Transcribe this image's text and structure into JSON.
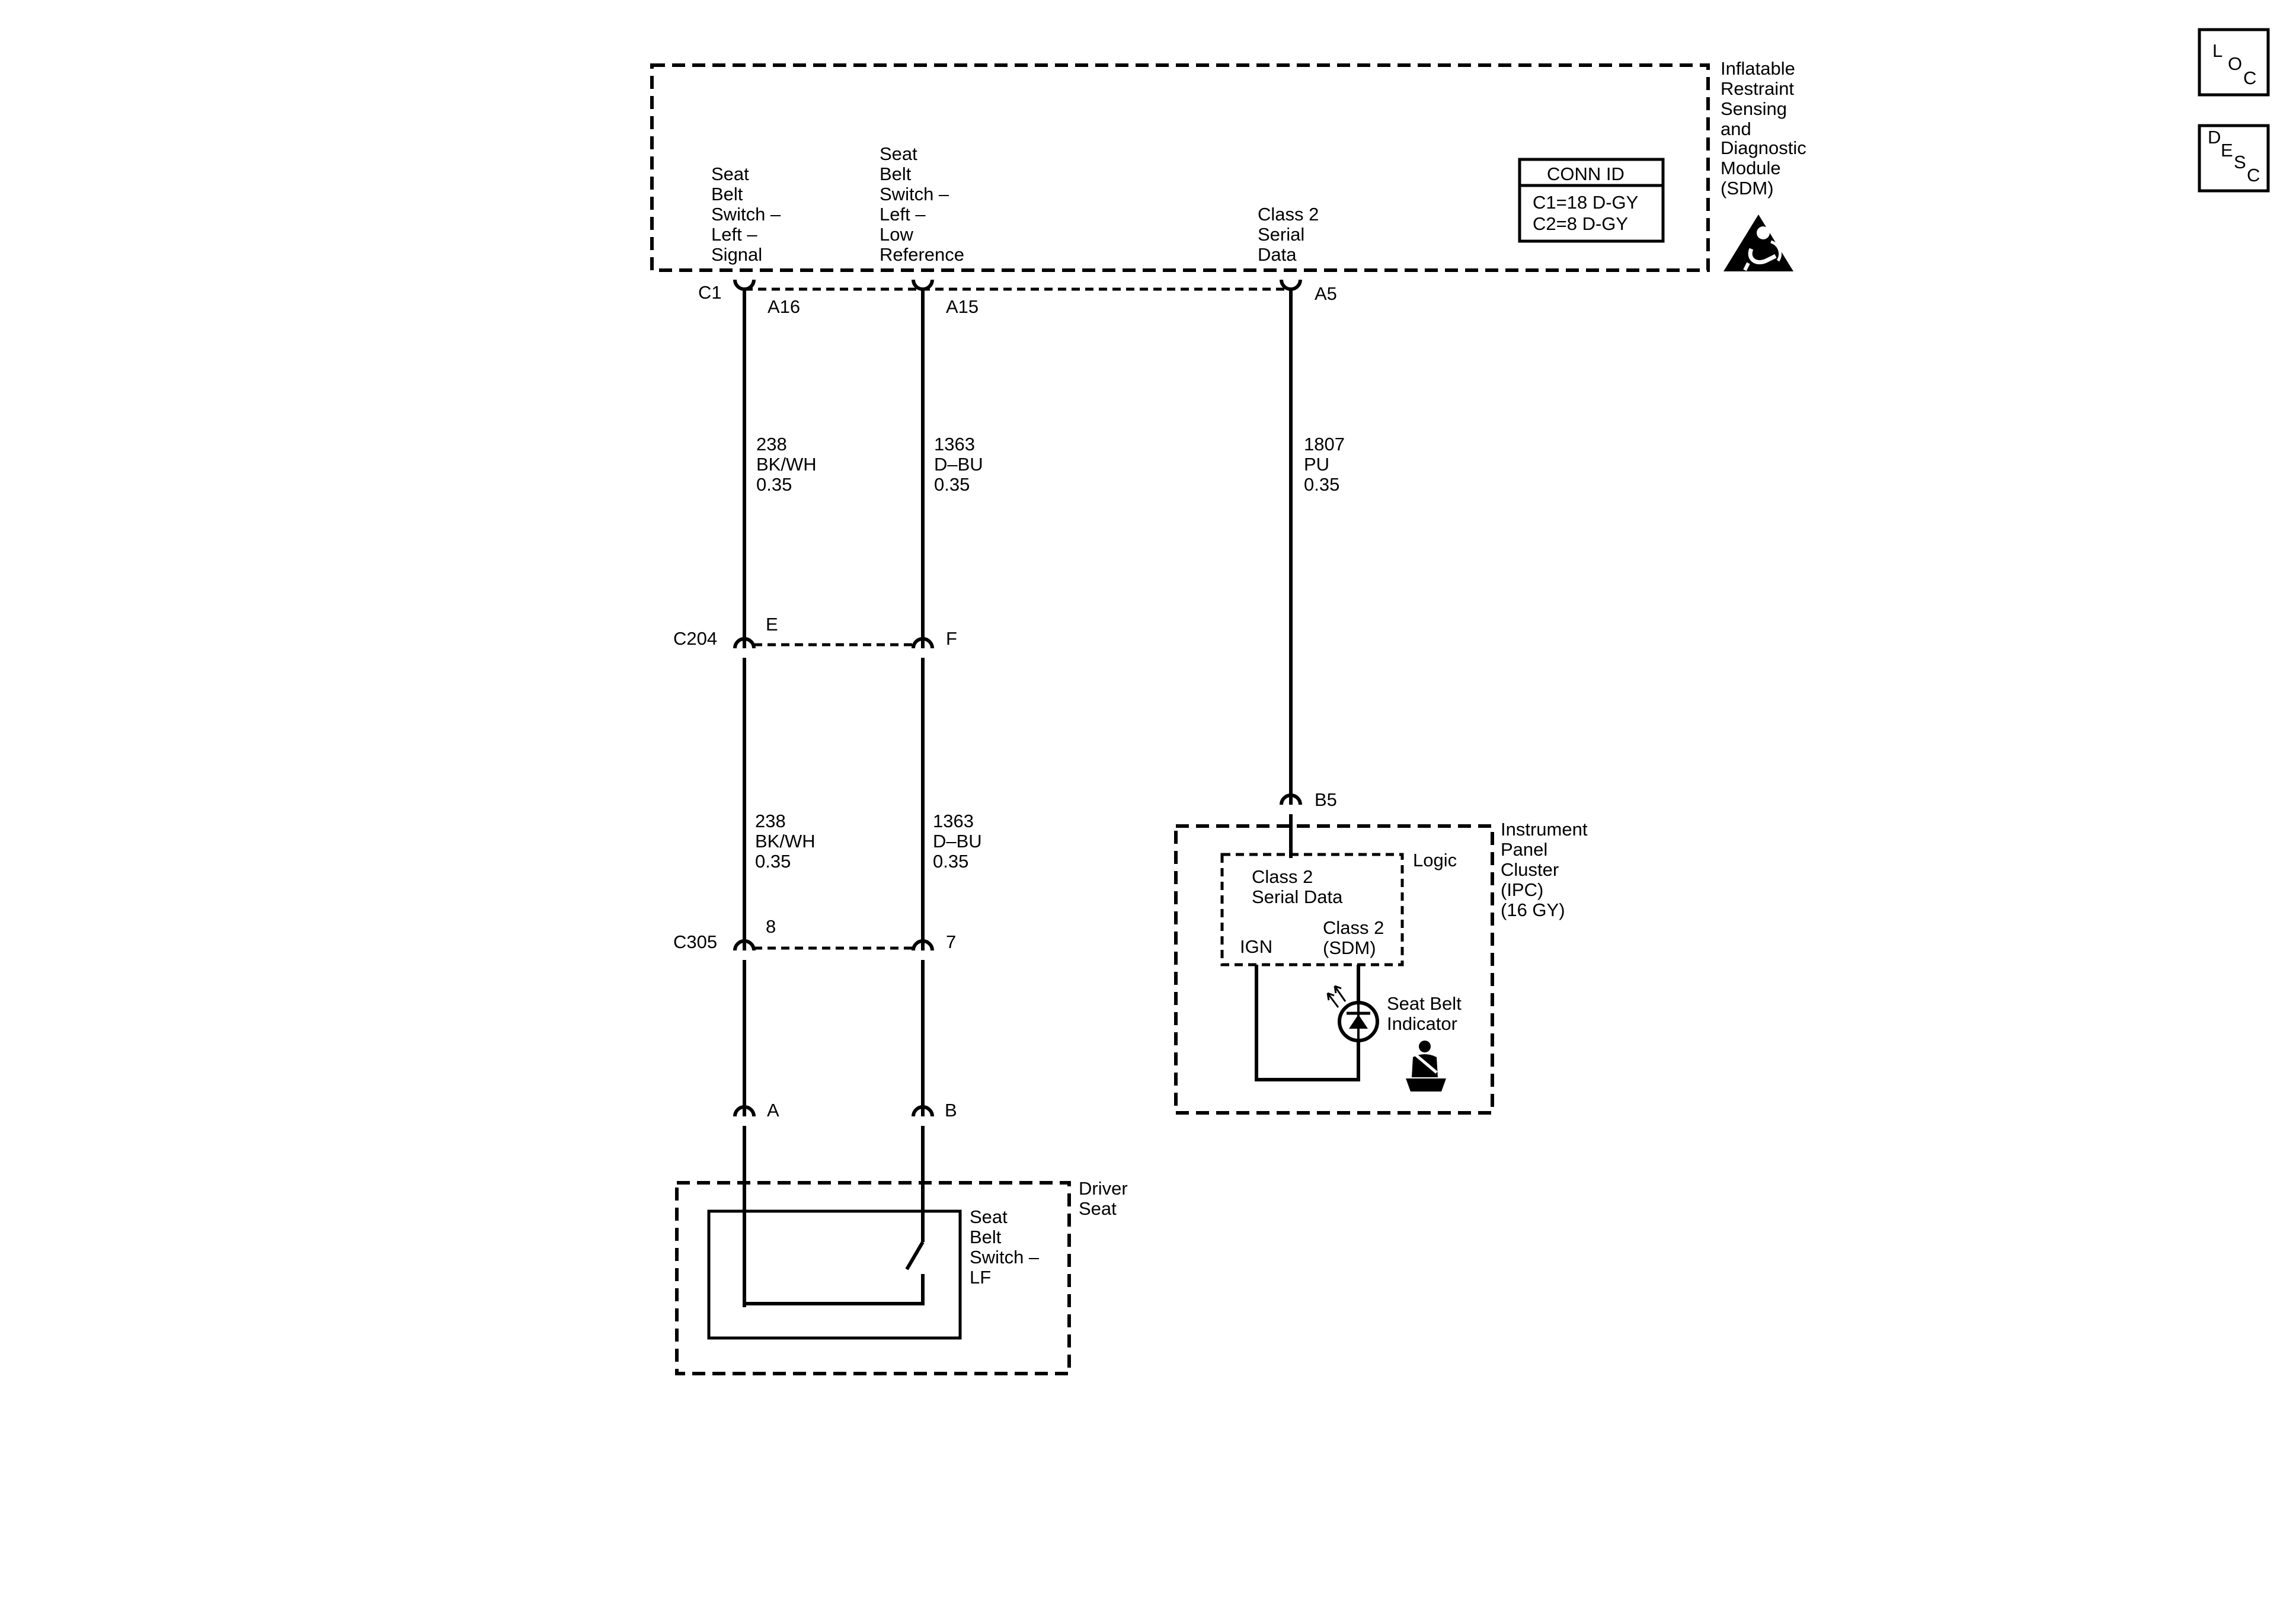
{
  "modules": {
    "sdm": {
      "name": [
        "Inflatable",
        "Restraint",
        "Sensing",
        "and",
        "Diagnostic",
        "Module",
        "(SDM)"
      ],
      "pins": {
        "signal": [
          "Seat",
          "Belt",
          "Switch –",
          "Left –",
          "Signal"
        ],
        "low_ref": [
          "Seat",
          "Belt",
          "Switch –",
          "Left –",
          "Low",
          "Reference"
        ],
        "serial": [
          "Class 2",
          "Serial",
          "Data"
        ]
      },
      "conn_id": {
        "title": "CONN ID",
        "rows": [
          "C1=18 D-GY",
          "C2=8 D-GY"
        ]
      }
    },
    "ipc": {
      "name": [
        "Instrument",
        "Panel",
        "Cluster",
        "(IPC)",
        "(16 GY)"
      ],
      "logic_label": "Logic",
      "logic_box": [
        "Class 2",
        "Serial Data"
      ],
      "ign": "IGN",
      "sdm_input": [
        "Class 2",
        "(SDM)"
      ],
      "indicator": [
        "Seat Belt",
        "Indicator"
      ]
    },
    "seat": {
      "name": [
        "Driver",
        "Seat"
      ],
      "switch": [
        "Seat",
        "Belt",
        "Switch –",
        "LF"
      ]
    }
  },
  "connectors": {
    "c1": "C1",
    "a16": "A16",
    "a15": "A15",
    "a5": "A5",
    "c204": "C204",
    "e": "E",
    "f": "F",
    "c305": "C305",
    "p8": "8",
    "p7": "7",
    "a": "A",
    "b": "B",
    "b5": "B5"
  },
  "wires": {
    "w1_upper": [
      "238",
      "BK/WH",
      "0.35"
    ],
    "w2_upper": [
      "1363",
      "D–BU",
      "0.35"
    ],
    "w3": [
      "1807",
      "PU",
      "0.35"
    ],
    "w1_lower": [
      "238",
      "BK/WH",
      "0.35"
    ],
    "w2_lower": [
      "1363",
      "D–BU",
      "0.35"
    ]
  },
  "nav": {
    "loc": [
      "L",
      "O",
      "C"
    ],
    "desc": [
      "D",
      "E",
      "S",
      "C"
    ]
  }
}
